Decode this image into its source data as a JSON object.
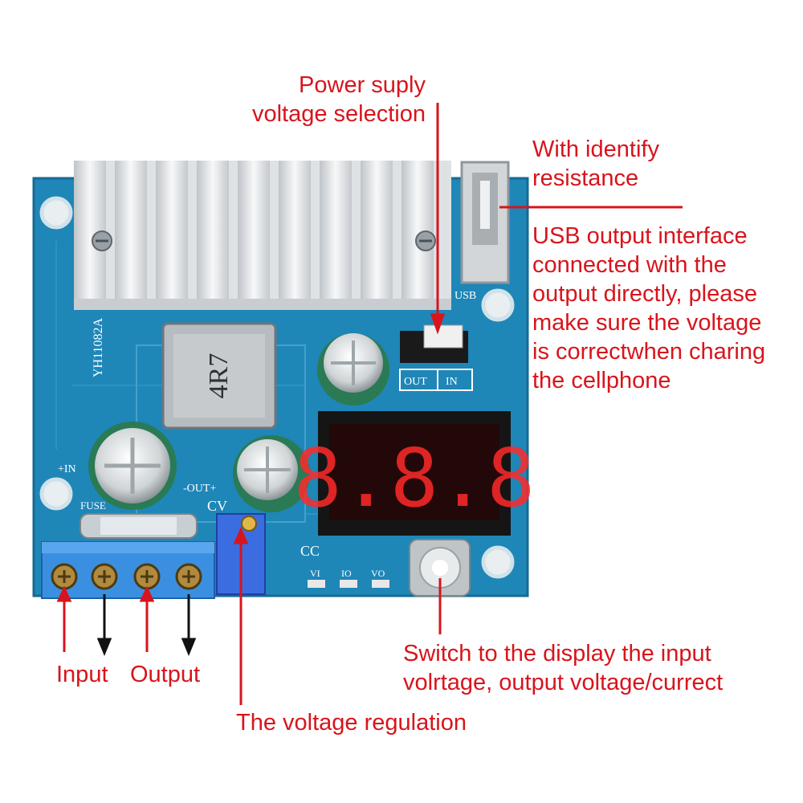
{
  "annotations": {
    "power_supply": [
      "Power suply",
      "voltage selection"
    ],
    "identify": [
      "With identify",
      "resistance"
    ],
    "usb_output": [
      "USB output interface",
      "connected with the",
      "output directly, please",
      "make sure the voltage",
      "is correctwhen charing",
      "the cellphone"
    ],
    "switch_display": [
      "Switch to the display the input",
      "volrtage, output voltage/currect"
    ],
    "input": "Input",
    "output": "Output",
    "voltage_regulation": "The voltage regulation"
  },
  "board_markings": {
    "model": "YH11082A",
    "inductor": "4R7",
    "usb": "USB",
    "out": "OUT",
    "in": "IN",
    "plus_in": "+IN",
    "out_pm": "-OUT+",
    "fuse": "FUSE",
    "cv": "CV",
    "cc": "CC",
    "vi": "VI",
    "io": "IO",
    "vo": "VO"
  },
  "colors": {
    "annotation": "#d8141c",
    "pcb": "#1f86b8",
    "heatsink": "#e6e8ea",
    "terminal": "#3a8fe0",
    "display_digits": "#ff2a2a"
  }
}
